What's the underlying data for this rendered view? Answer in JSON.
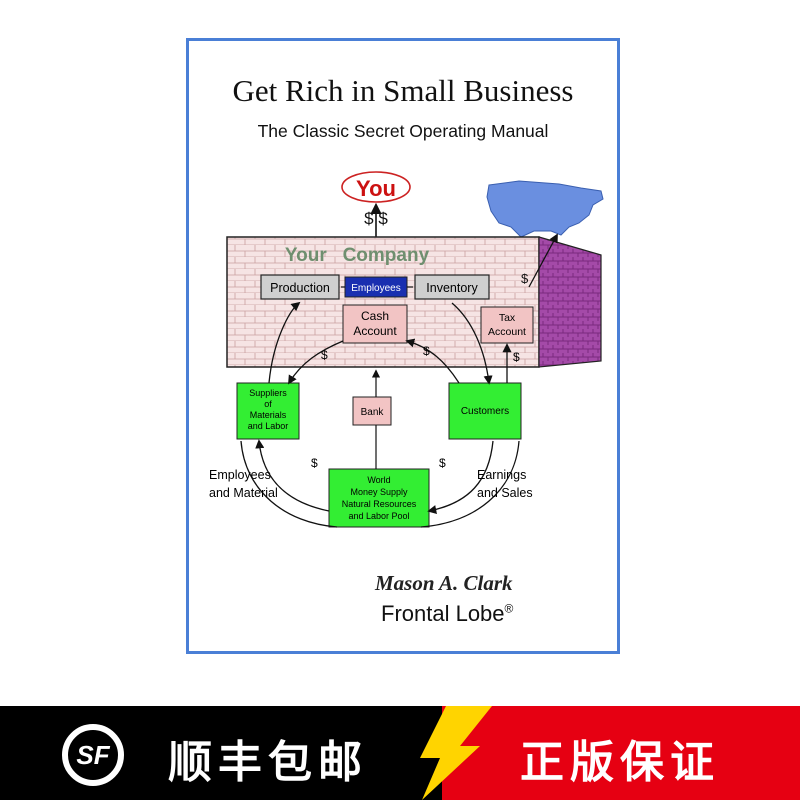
{
  "book": {
    "title": "Get Rich in Small Business",
    "subtitle": "The Classic Secret Operating Manual",
    "author": "Mason A. Clark",
    "publisher": "Frontal Lobe",
    "publisher_mark": "®"
  },
  "diagram": {
    "you": "You",
    "dollar_up": "$ $",
    "company": "Your   Company",
    "production": "Production",
    "employees": "Employees",
    "inventory": "Inventory",
    "cash_1": "Cash",
    "cash_2": "Account",
    "tax_1": "Tax",
    "tax_2": "Account",
    "suppliers_1": "Suppliers",
    "suppliers_2": "of",
    "suppliers_3": "Materials",
    "suppliers_4": "and Labor",
    "bank": "Bank",
    "customers": "Customers",
    "world_1": "World",
    "world_2": "Money Supply",
    "world_3": "Natural Resources",
    "world_4": "and Labor Pool",
    "left_label_1": "Employees",
    "left_label_2": "and Material",
    "right_label_1": "Earnings",
    "right_label_2": "and Sales",
    "dollar": "$"
  },
  "banner": {
    "left_text": "顺丰包邮",
    "right_text": "正版保证",
    "colors": {
      "left": "#000000",
      "right": "#e60012",
      "bolt": "#ffd400"
    }
  },
  "colors": {
    "border": "#4a7fd6",
    "green": "#33ee33",
    "pink": "#f2c4c4",
    "wall": "#b84ab8"
  }
}
